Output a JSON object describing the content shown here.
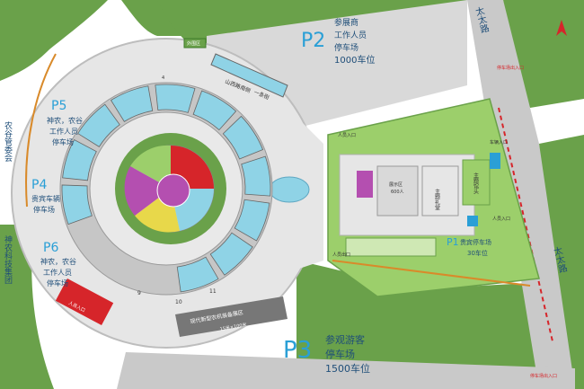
{
  "parking": {
    "p2": {
      "code": "P2",
      "line1": "参展商",
      "line2": "工作人员",
      "line3": "停车场",
      "capacity": "1000车位"
    },
    "p3": {
      "code": "P3",
      "line1": "参观游客",
      "line2": "停车场",
      "capacity": "1500车位"
    },
    "p5": {
      "code": "P5",
      "line1": "神农，农谷",
      "line2": "工作人员",
      "line3": "停车场"
    },
    "p4": {
      "code": "P4",
      "line1": "贵宾车辆",
      "line2": "停车场"
    },
    "p6": {
      "code": "P6",
      "line1": "神农，农谷",
      "line2": "工作人员",
      "line3": "停车场"
    },
    "p1": {
      "code": "P1",
      "line1": "贵宾停车场",
      "line2": "30车位"
    }
  },
  "left_labels": {
    "top": "农谷管委会",
    "bottom": "神农科技集团"
  },
  "roads": {
    "taiyuan": "太太路"
  },
  "small_labels": {
    "entry": "停车场出入口",
    "exit_bottom": "停车场出入口",
    "vip_in_1": "人员入口",
    "vip_in_2": "人员出口",
    "vip_in_3": "人员入口",
    "vip_in_4": "车辆入口",
    "main_stage": "主题礼堂",
    "side_stage": "主题馆头",
    "hall": "展示区",
    "hall2": "600人",
    "north_road": "山西路南侧",
    "north_road2": "一条街",
    "pavilion": "外围区",
    "bottom_strip": "现代新型农机装备展区",
    "bottom_strip_sub": "15米×100米",
    "red_box": "人员入口",
    "outer_n": "4",
    "outer_9": "9",
    "outer_10": "10",
    "outer_11": "11"
  },
  "colors": {
    "green": "#6aa14a",
    "light_green": "#9ccf6b",
    "plaza": "#e6e6e6",
    "road": "#c9c9c9",
    "hall_blue": "#8fd3e6",
    "text_blue": "#2a9fd6",
    "red": "#d6252a",
    "orange": "#d98a2a"
  }
}
